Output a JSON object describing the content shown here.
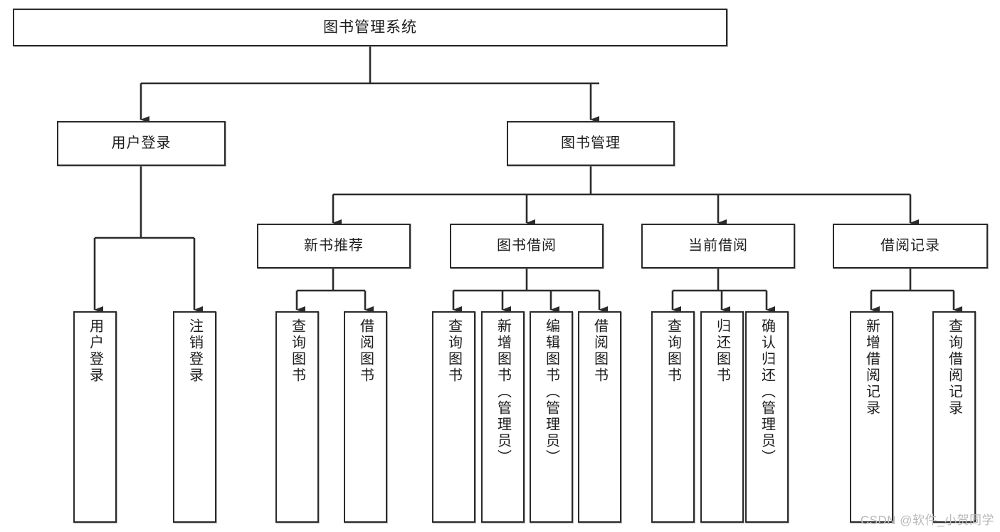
{
  "diagram": {
    "title": "图书管理系统",
    "type": "tree-hierarchy-chart",
    "root": {
      "id": "root",
      "label": "图书管理系统"
    },
    "level2": [
      {
        "id": "user-login",
        "label": "用户登录"
      },
      {
        "id": "book-manage",
        "label": "图书管理"
      }
    ],
    "level3": [
      {
        "id": "new-book-rec",
        "label": "新书推荐",
        "parent": "book-manage"
      },
      {
        "id": "book-borrow",
        "label": "图书借阅",
        "parent": "book-manage"
      },
      {
        "id": "current-borrow",
        "label": "当前借阅",
        "parent": "book-manage"
      },
      {
        "id": "borrow-record",
        "label": "借阅记录",
        "parent": "book-manage"
      }
    ],
    "leaves": [
      {
        "id": "leaf-user-login",
        "label": "用户登录",
        "parent": "user-login"
      },
      {
        "id": "leaf-logout",
        "label": "注销登录",
        "parent": "user-login"
      },
      {
        "id": "leaf-query-book-1",
        "label": "查询图书",
        "parent": "new-book-rec"
      },
      {
        "id": "leaf-borrow-book-1",
        "label": "借阅图书",
        "parent": "new-book-rec"
      },
      {
        "id": "leaf-query-book-2",
        "label": "查询图书",
        "parent": "book-borrow"
      },
      {
        "id": "leaf-add-book",
        "label": "新增图书（管理员）",
        "parent": "book-borrow"
      },
      {
        "id": "leaf-edit-book",
        "label": "编辑图书（管理员）",
        "parent": "book-borrow"
      },
      {
        "id": "leaf-borrow-book-2",
        "label": "借阅图书",
        "parent": "book-borrow"
      },
      {
        "id": "leaf-query-book-3",
        "label": "查询图书",
        "parent": "current-borrow"
      },
      {
        "id": "leaf-return-book",
        "label": "归还图书",
        "parent": "current-borrow"
      },
      {
        "id": "leaf-confirm-return",
        "label": "确认归还（管理员）",
        "parent": "current-borrow"
      },
      {
        "id": "leaf-add-record",
        "label": "新增借阅记录",
        "parent": "borrow-record"
      },
      {
        "id": "leaf-query-record",
        "label": "查询借阅记录",
        "parent": "borrow-record"
      }
    ],
    "watermark": "CSDN @软件_小贺同学",
    "colors": {
      "background": "#ffffff",
      "box_border": "#2b2b2b",
      "box_fill": "#ffffff",
      "text": "#1d1d1d",
      "connector": "#2b2b2b",
      "watermark": "#b9b9b9"
    }
  }
}
